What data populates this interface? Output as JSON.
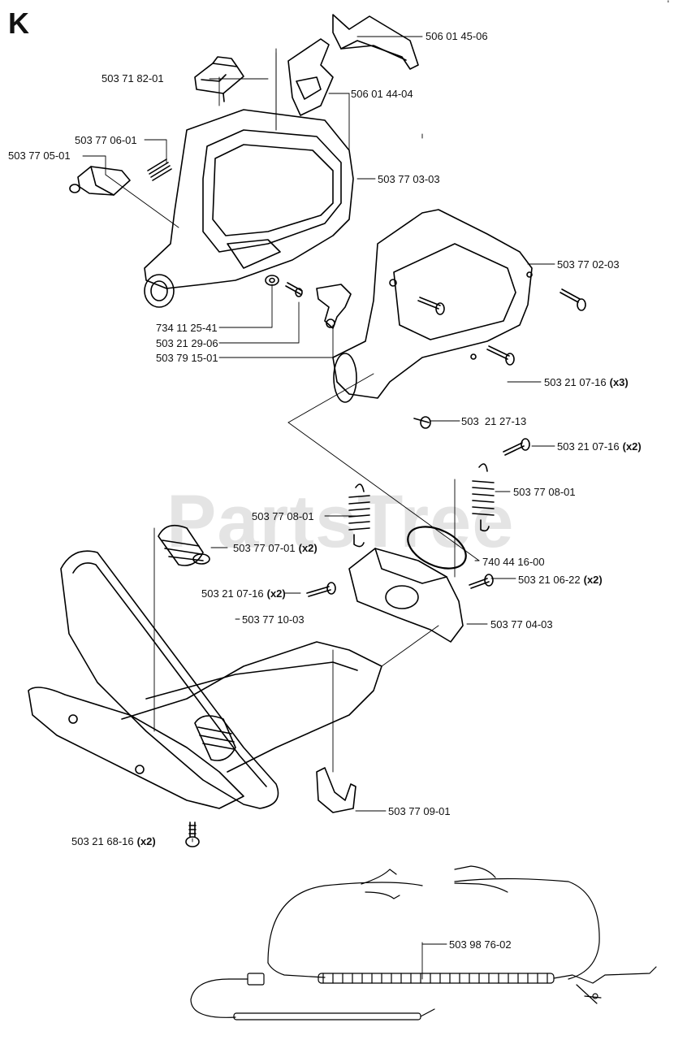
{
  "diagram": {
    "section_letter": "K",
    "watermark": "PartsTree",
    "corner_mark": "'",
    "parts": [
      {
        "id": "p1",
        "number": "506 01 45-06",
        "qty": ""
      },
      {
        "id": "p2",
        "number": "503 71 82-01",
        "qty": ""
      },
      {
        "id": "p3",
        "number": "506 01 44-04",
        "qty": ""
      },
      {
        "id": "p4",
        "number": "503 77 06-01",
        "qty": ""
      },
      {
        "id": "p5",
        "number": "503 77 05-01",
        "qty": ""
      },
      {
        "id": "p6",
        "number": "503 77 03-03",
        "qty": ""
      },
      {
        "id": "p7",
        "number": "503 77 02-03",
        "qty": ""
      },
      {
        "id": "p8",
        "number": "734 11 25-41",
        "qty": ""
      },
      {
        "id": "p9",
        "number": "503 21 29-06",
        "qty": ""
      },
      {
        "id": "p10",
        "number": "503 79 15-01",
        "qty": ""
      },
      {
        "id": "p11",
        "number": "503 21 07-16",
        "qty": "(x3)"
      },
      {
        "id": "p12",
        "number": "503  21 27-13",
        "qty": ""
      },
      {
        "id": "p13",
        "number": "503 21 07-16",
        "qty": "(x2)"
      },
      {
        "id": "p14",
        "number": "503 77 08-01",
        "qty": ""
      },
      {
        "id": "p15",
        "number": "503 77 08-01",
        "qty": ""
      },
      {
        "id": "p16",
        "number": "503 77 07-01",
        "qty": "(x2)"
      },
      {
        "id": "p17",
        "number": "740 44 16-00",
        "qty": ""
      },
      {
        "id": "p18",
        "number": "503 21 07-16",
        "qty": "(x2)"
      },
      {
        "id": "p19",
        "number": "503 21 06-22",
        "qty": "(x2)"
      },
      {
        "id": "p20",
        "number": "503 77 10-03",
        "qty": ""
      },
      {
        "id": "p21",
        "number": "503 77 04-03",
        "qty": ""
      },
      {
        "id": "p22",
        "number": "503 77 09-01",
        "qty": ""
      },
      {
        "id": "p23",
        "number": "503 21 68-16",
        "qty": "(x2)"
      },
      {
        "id": "p24",
        "number": "503 98 76-02",
        "qty": ""
      }
    ]
  }
}
